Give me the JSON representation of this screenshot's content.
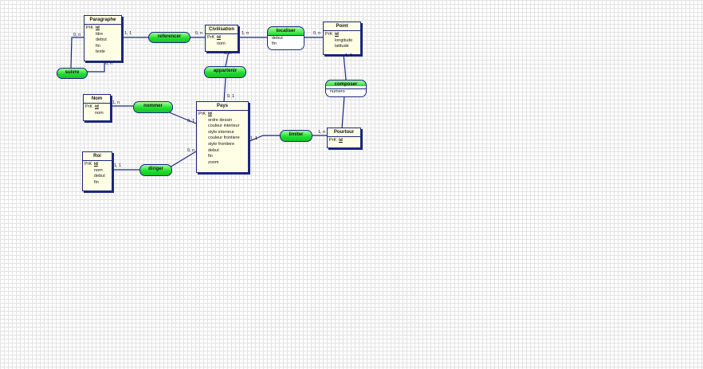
{
  "entities": {
    "paragraphe": {
      "title": "Paragraphe",
      "pk_prefix": "PrK",
      "pk": "id",
      "attributes": [
        "titre",
        "debut",
        "fin",
        "texte"
      ]
    },
    "civilisation": {
      "title": "Civilisation",
      "pk_prefix": "PrK",
      "pk": "id",
      "attributes": [
        "nom"
      ]
    },
    "point": {
      "title": "Point",
      "pk_prefix": "PrK",
      "pk": "id",
      "attributes": [
        "longitude",
        "latitude"
      ]
    },
    "nom": {
      "title": "Nom",
      "pk_prefix": "PrK",
      "pk": "id",
      "attributes": [
        "nom"
      ]
    },
    "pays": {
      "title": "Pays",
      "pk_prefix": "PrK",
      "pk": "id",
      "attributes": [
        "ordre dessin",
        "couleur interieur",
        "style interieur",
        "couleur frontiere",
        "style frontiere",
        "debut",
        "fin",
        "zoom"
      ]
    },
    "roi": {
      "title": "Roi",
      "pk_prefix": "PrK",
      "pk": "id",
      "attributes": [
        "nom",
        "debut",
        "fin"
      ]
    },
    "pourtour": {
      "title": "Pourtour",
      "pk_prefix": "PrK",
      "pk": "id",
      "attributes": []
    }
  },
  "associations": {
    "referencer": {
      "name": "referencer",
      "attributes": []
    },
    "localiser": {
      "name": "localiser",
      "attributes": [
        "debut",
        "fin"
      ]
    },
    "suivre": {
      "name": "suivre",
      "attributes": []
    },
    "appartenir": {
      "name": "appartenir",
      "attributes": []
    },
    "composer": {
      "name": "composer",
      "attributes": [
        "numero"
      ]
    },
    "nommer": {
      "name": "nommer",
      "attributes": []
    },
    "limiter": {
      "name": "limiter",
      "attributes": []
    },
    "diriger": {
      "name": "diriger",
      "attributes": []
    }
  },
  "cardinalities": {
    "paragraphe_referencer": "1, 1",
    "civilisation_referencer": "0, n",
    "civilisation_localiser": "1, n",
    "point_localiser": "0, n",
    "paragraphe_suivre_top": "0, n",
    "paragraphe_suivre_bottom": "0, n",
    "civilisation_appartenir": "1, n",
    "pays_appartenir": "0, 1",
    "point_composer": "1, 1",
    "nom_nommer": "1, n",
    "pays_nommer": "0, 1",
    "pays_limiter": "1, 1",
    "pourtour_limiter": "1, n",
    "roi_diriger": "1, 1",
    "pays_diriger": "0, n"
  },
  "colors": {
    "line": "#1a2680",
    "entity_fill": "#ffffe6",
    "assoc_green": "#22dd33"
  }
}
